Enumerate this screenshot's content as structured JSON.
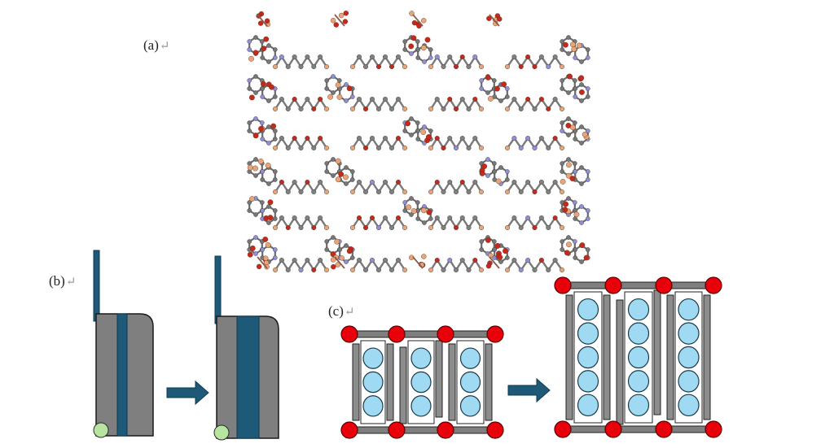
{
  "panels": {
    "a": {
      "label": "(a)",
      "mark": "↵"
    },
    "b": {
      "label": "(b)",
      "mark": "↵"
    },
    "c": {
      "label": "(c)",
      "mark": "↵"
    }
  },
  "colors": {
    "frame_gray": "#7f7f7f",
    "stripe_blue": "#1e5a78",
    "node_red": "#e8000b",
    "cell_blue": "#9fd9f2",
    "green_dot": "#b7e4a0",
    "arrow": "#1e5a78"
  },
  "icons": {
    "arrow_b": "right-arrow-icon",
    "arrow_c": "right-arrow-icon"
  }
}
